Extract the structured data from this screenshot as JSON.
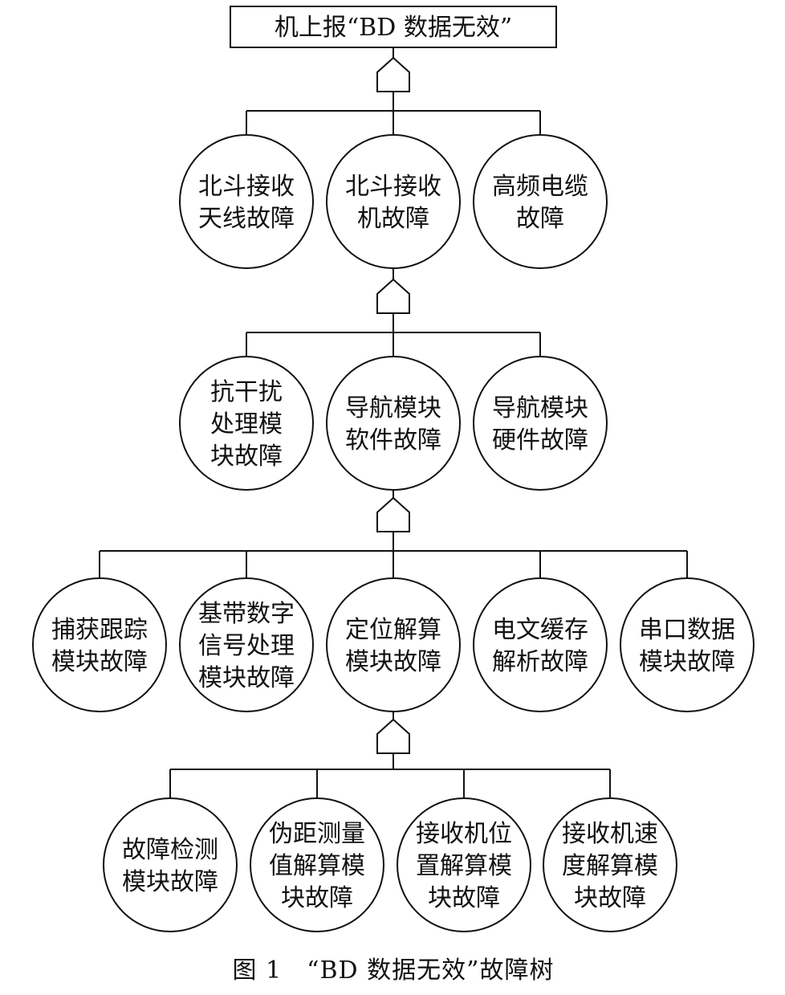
{
  "top_event": {
    "id": "top",
    "label": "机上报“BD 数据无效”"
  },
  "caption": "图 1　“BD 数据无效”故障树",
  "gates": [
    {
      "id": "g1",
      "type": "or",
      "parent": "top"
    },
    {
      "id": "g2",
      "type": "or",
      "parent": "l1_b"
    },
    {
      "id": "g3",
      "type": "or",
      "parent": "l2_b"
    },
    {
      "id": "g4",
      "type": "or",
      "parent": "l3_c"
    }
  ],
  "levels": [
    {
      "gate": "g1",
      "events": [
        {
          "id": "l1_a",
          "lines": [
            "北斗接收",
            "天线故障"
          ]
        },
        {
          "id": "l1_b",
          "lines": [
            "北斗接收",
            "机故障"
          ]
        },
        {
          "id": "l1_c",
          "lines": [
            "高频电缆",
            "故障"
          ]
        }
      ]
    },
    {
      "gate": "g2",
      "events": [
        {
          "id": "l2_a",
          "lines": [
            "抗干扰",
            "处理模",
            "块故障"
          ]
        },
        {
          "id": "l2_b",
          "lines": [
            "导航模块",
            "软件故障"
          ]
        },
        {
          "id": "l2_c",
          "lines": [
            "导航模块",
            "硬件故障"
          ]
        }
      ]
    },
    {
      "gate": "g3",
      "events": [
        {
          "id": "l3_a",
          "lines": [
            "捕获跟踪",
            "模块故障"
          ]
        },
        {
          "id": "l3_b",
          "lines": [
            "基带数字",
            "信号处理",
            "模块故障"
          ]
        },
        {
          "id": "l3_c",
          "lines": [
            "定位解算",
            "模块故障"
          ]
        },
        {
          "id": "l3_d",
          "lines": [
            "电文缓存",
            "解析故障"
          ]
        },
        {
          "id": "l3_e",
          "lines": [
            "串口数据",
            "模块故障"
          ]
        }
      ]
    },
    {
      "gate": "g4",
      "events": [
        {
          "id": "l4_a",
          "lines": [
            "故障检测",
            "模块故障"
          ]
        },
        {
          "id": "l4_b",
          "lines": [
            "伪距测量",
            "值解算模",
            "块故障"
          ]
        },
        {
          "id": "l4_c",
          "lines": [
            "接收机位",
            "置解算模",
            "块故障"
          ]
        },
        {
          "id": "l4_d",
          "lines": [
            "接收机速",
            "度解算模",
            "块故障"
          ]
        }
      ]
    }
  ]
}
